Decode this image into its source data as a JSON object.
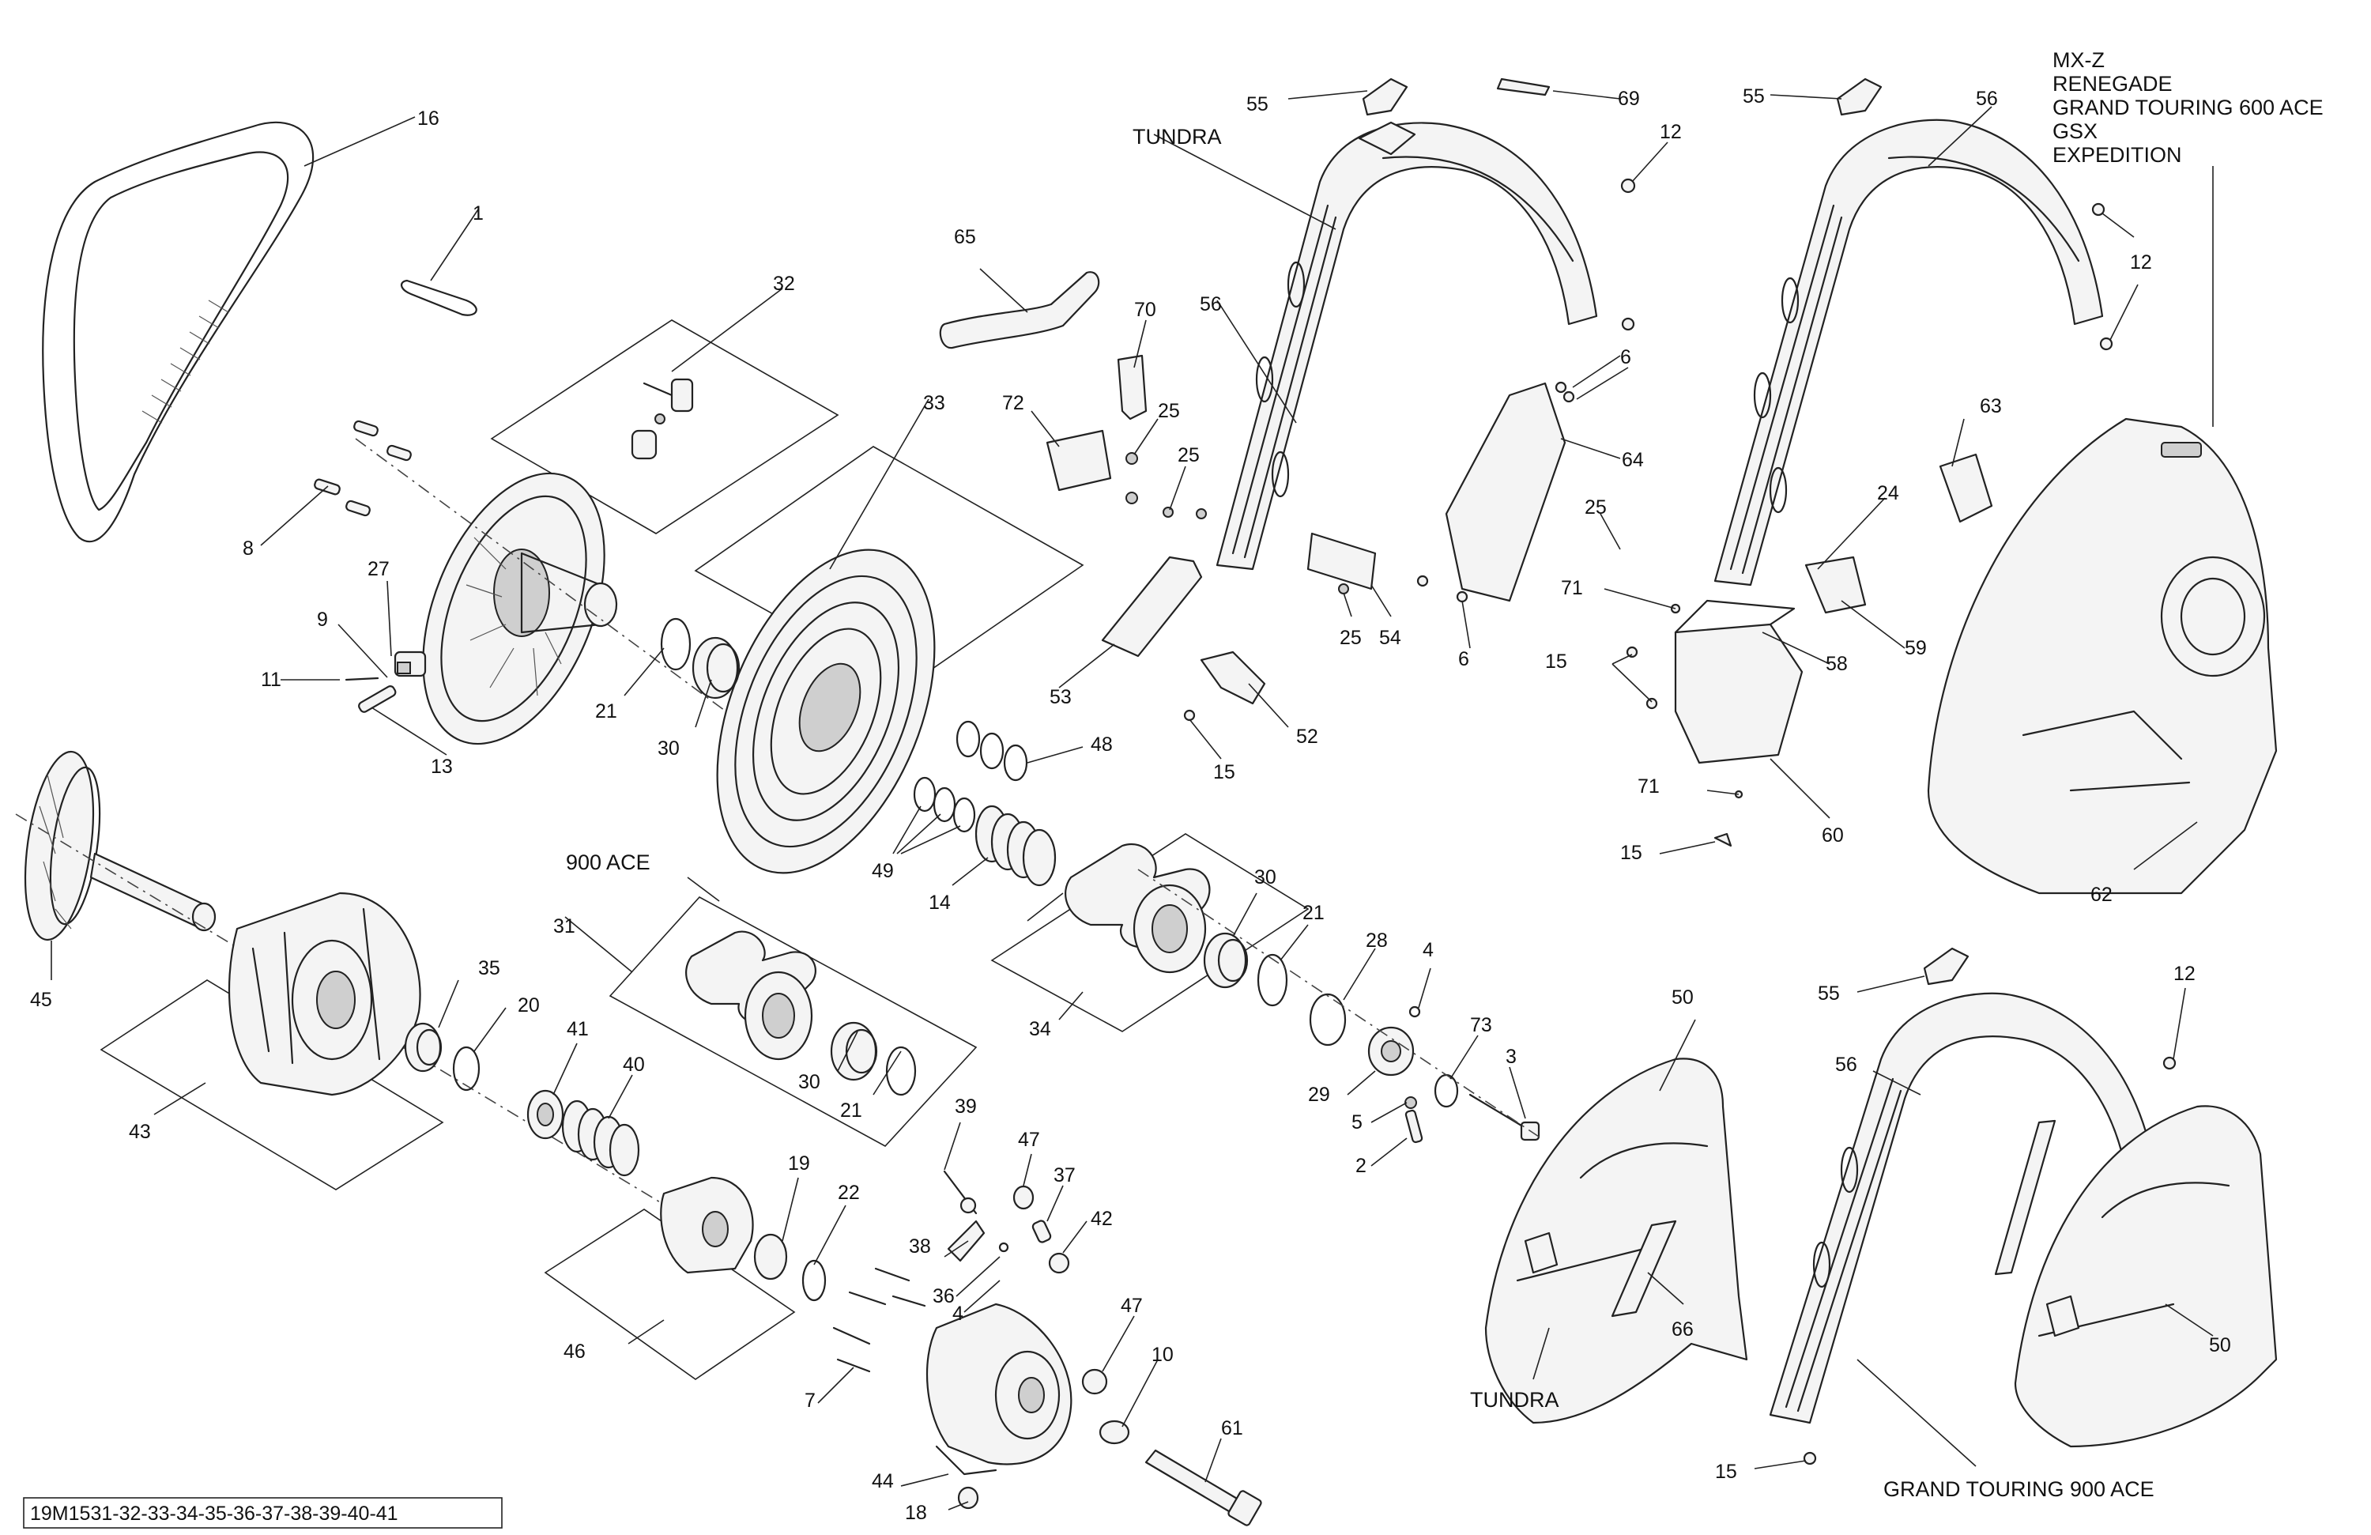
{
  "diagram": {
    "ref_code": "19M1531-32-33-34-35-36-37-38-39-40-41",
    "notes": {
      "tundra_top": "TUNDRA",
      "tundra_bottom": "TUNDRA",
      "ace900": "900 ACE",
      "gt900": "GRAND TOURING 900 ACE",
      "models": [
        "MX-Z",
        "RENEGADE",
        "GRAND TOURING 600 ACE",
        "GSX",
        "EXPEDITION"
      ]
    },
    "labels": {
      "p1": "1",
      "p2": "2",
      "p3": "3",
      "p4a": "4",
      "p4b": "4",
      "p5": "5",
      "p6a": "6",
      "p6b": "6",
      "p7": "7",
      "p8": "8",
      "p9": "9",
      "p10": "10",
      "p11": "11",
      "p12a": "12",
      "p12b": "12",
      "p12c": "12",
      "p13": "13",
      "p14": "14",
      "p15a": "15",
      "p15b": "15",
      "p15c": "15",
      "p15d": "15",
      "p16": "16",
      "p18": "18",
      "p19": "19",
      "p20": "20",
      "p21a": "21",
      "p21b": "21",
      "p21c": "21",
      "p22": "22",
      "p24": "24",
      "p25a": "25",
      "p25b": "25",
      "p25c": "25",
      "p25d": "25",
      "p27": "27",
      "p28": "28",
      "p29": "29",
      "p30a": "30",
      "p30b": "30",
      "p30c": "30",
      "p31": "31",
      "p32": "32",
      "p33": "33",
      "p34": "34",
      "p35": "35",
      "p36": "36",
      "p37": "37",
      "p38": "38",
      "p39": "39",
      "p40": "40",
      "p41": "41",
      "p42": "42",
      "p43": "43",
      "p44": "44",
      "p45": "45",
      "p46": "46",
      "p47a": "47",
      "p47b": "47",
      "p48": "48",
      "p49": "49",
      "p50a": "50",
      "p50b": "50",
      "p52": "52",
      "p53": "53",
      "p54": "54",
      "p55a": "55",
      "p55b": "55",
      "p55c": "55",
      "p56a": "56",
      "p56b": "56",
      "p56c": "56",
      "p58": "58",
      "p59": "59",
      "p60": "60",
      "p61": "61",
      "p62": "62",
      "p63": "63",
      "p64": "64",
      "p65": "65",
      "p66": "66",
      "p69": "69",
      "p70": "70",
      "p71a": "71",
      "p71b": "71",
      "p72": "72",
      "p73": "73"
    }
  }
}
